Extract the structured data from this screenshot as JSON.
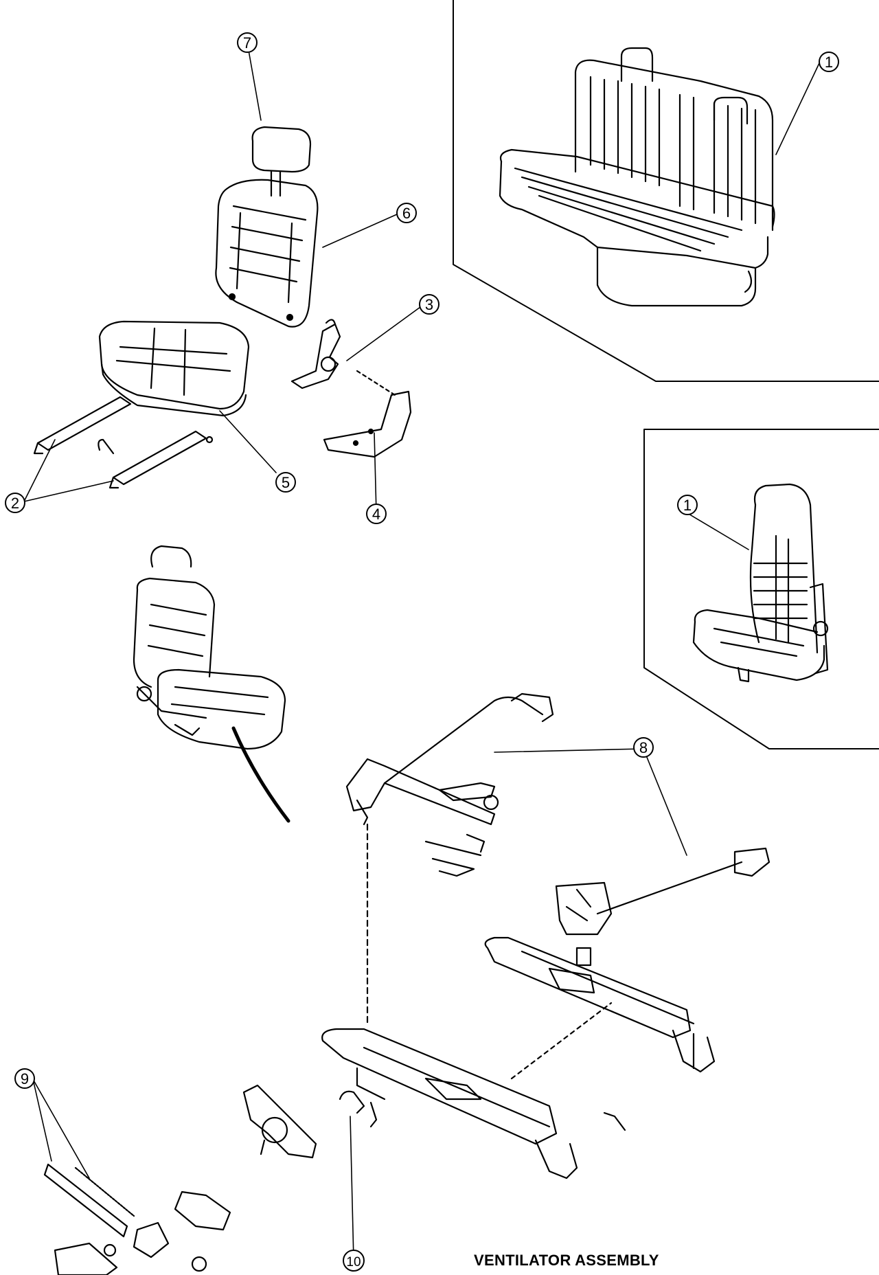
{
  "caption": "VENTILATOR ASSEMBLY",
  "callouts": {
    "c1a": "1",
    "c1b": "1",
    "c2": "2",
    "c3": "3",
    "c4": "4",
    "c5": "5",
    "c6": "6",
    "c7": "7",
    "c8": "8",
    "c9": "9",
    "c10": "10"
  }
}
